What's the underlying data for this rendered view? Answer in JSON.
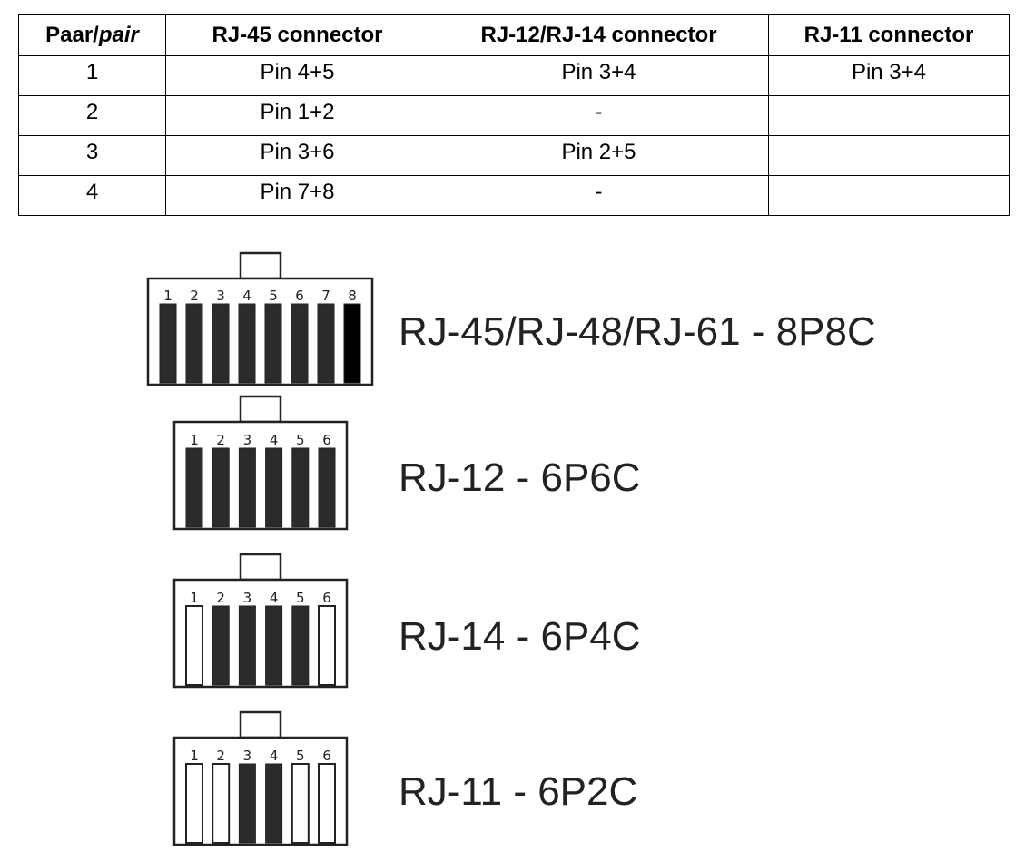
{
  "table": {
    "headers": {
      "pair_main": "Paar/",
      "pair_italic": "pair",
      "rj45": "RJ-45 connector",
      "rj12_14": "RJ-12/RJ-14 connector",
      "rj11": "RJ-11 connector"
    },
    "rows": [
      [
        "1",
        "Pin 4+5",
        "Pin 3+4",
        "Pin 3+4"
      ],
      [
        "2",
        "Pin 1+2",
        "-",
        ""
      ],
      [
        "3",
        "Pin 3+6",
        "Pin 2+5",
        ""
      ],
      [
        "4",
        "Pin 7+8",
        "-",
        ""
      ]
    ]
  },
  "connectors": [
    {
      "label": "RJ-45/RJ-48/RJ-61 - 8P8C",
      "pins": [
        "1",
        "2",
        "3",
        "4",
        "5",
        "6",
        "7",
        "8"
      ],
      "contacts": [
        true,
        true,
        true,
        true,
        true,
        true,
        true,
        true
      ]
    },
    {
      "label": "RJ-12 - 6P6C",
      "pins": [
        "1",
        "2",
        "3",
        "4",
        "5",
        "6"
      ],
      "contacts": [
        true,
        true,
        true,
        true,
        true,
        true
      ]
    },
    {
      "label": "RJ-14 - 6P4C",
      "pins": [
        "1",
        "2",
        "3",
        "4",
        "5",
        "6"
      ],
      "contacts": [
        false,
        true,
        true,
        true,
        true,
        false
      ]
    },
    {
      "label": "RJ-11 - 6P2C",
      "pins": [
        "1",
        "2",
        "3",
        "4",
        "5",
        "6"
      ],
      "contacts": [
        false,
        false,
        true,
        true,
        false,
        false
      ]
    }
  ]
}
